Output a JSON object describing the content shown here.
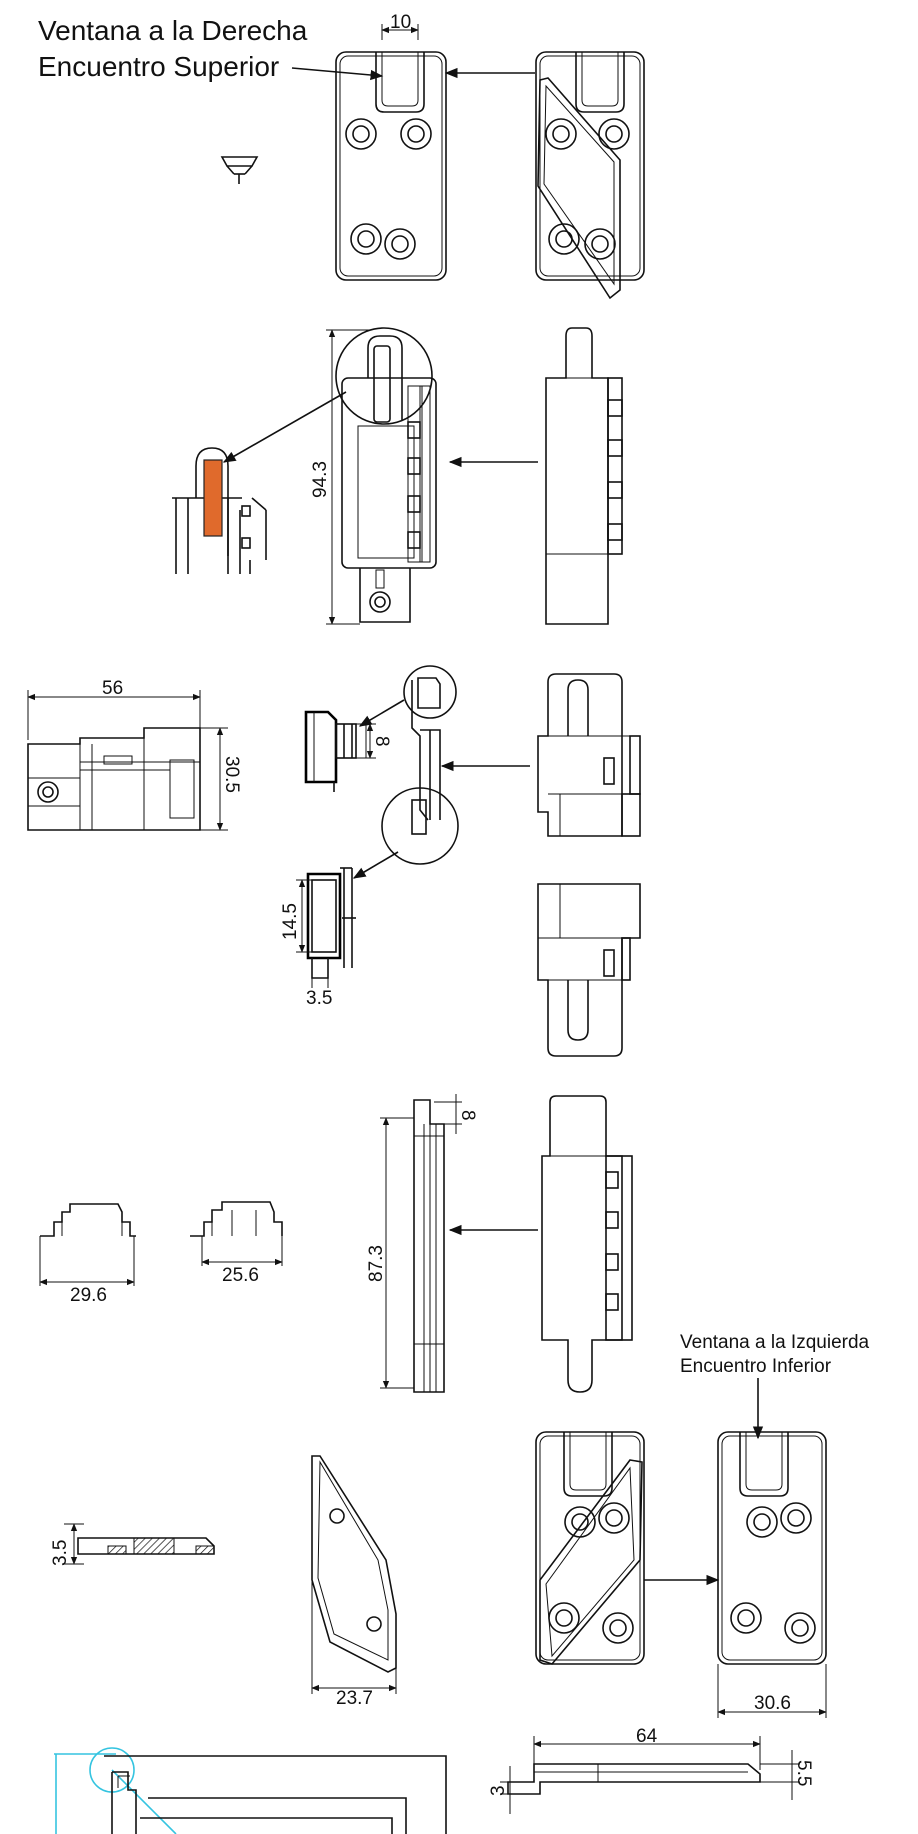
{
  "labels": {
    "top_title_line1": "Ventana a la Derecha",
    "top_title_line2": "Encuentro Superior",
    "bottom_title_line1": "Ventana a la Izquierda",
    "bottom_title_line2": "Encuentro Inferior"
  },
  "dimensions": {
    "d10": "10",
    "d94_3": "94.3",
    "d56": "56",
    "d30_5": "30.5",
    "d8_a": "8",
    "d14_5": "14.5",
    "d3_5_a": "3.5",
    "d8_b": "8",
    "d87_3": "87.3",
    "d29_6": "29.6",
    "d25_6": "25.6",
    "d3_5_b": "3.5",
    "d23_7": "23.7",
    "d30_6": "30.6",
    "d64": "64",
    "d3": "3",
    "d5_5": "5.5"
  },
  "colors": {
    "highlight": "#e06a2c",
    "guide": "#35c4e0",
    "line": "#111111"
  }
}
